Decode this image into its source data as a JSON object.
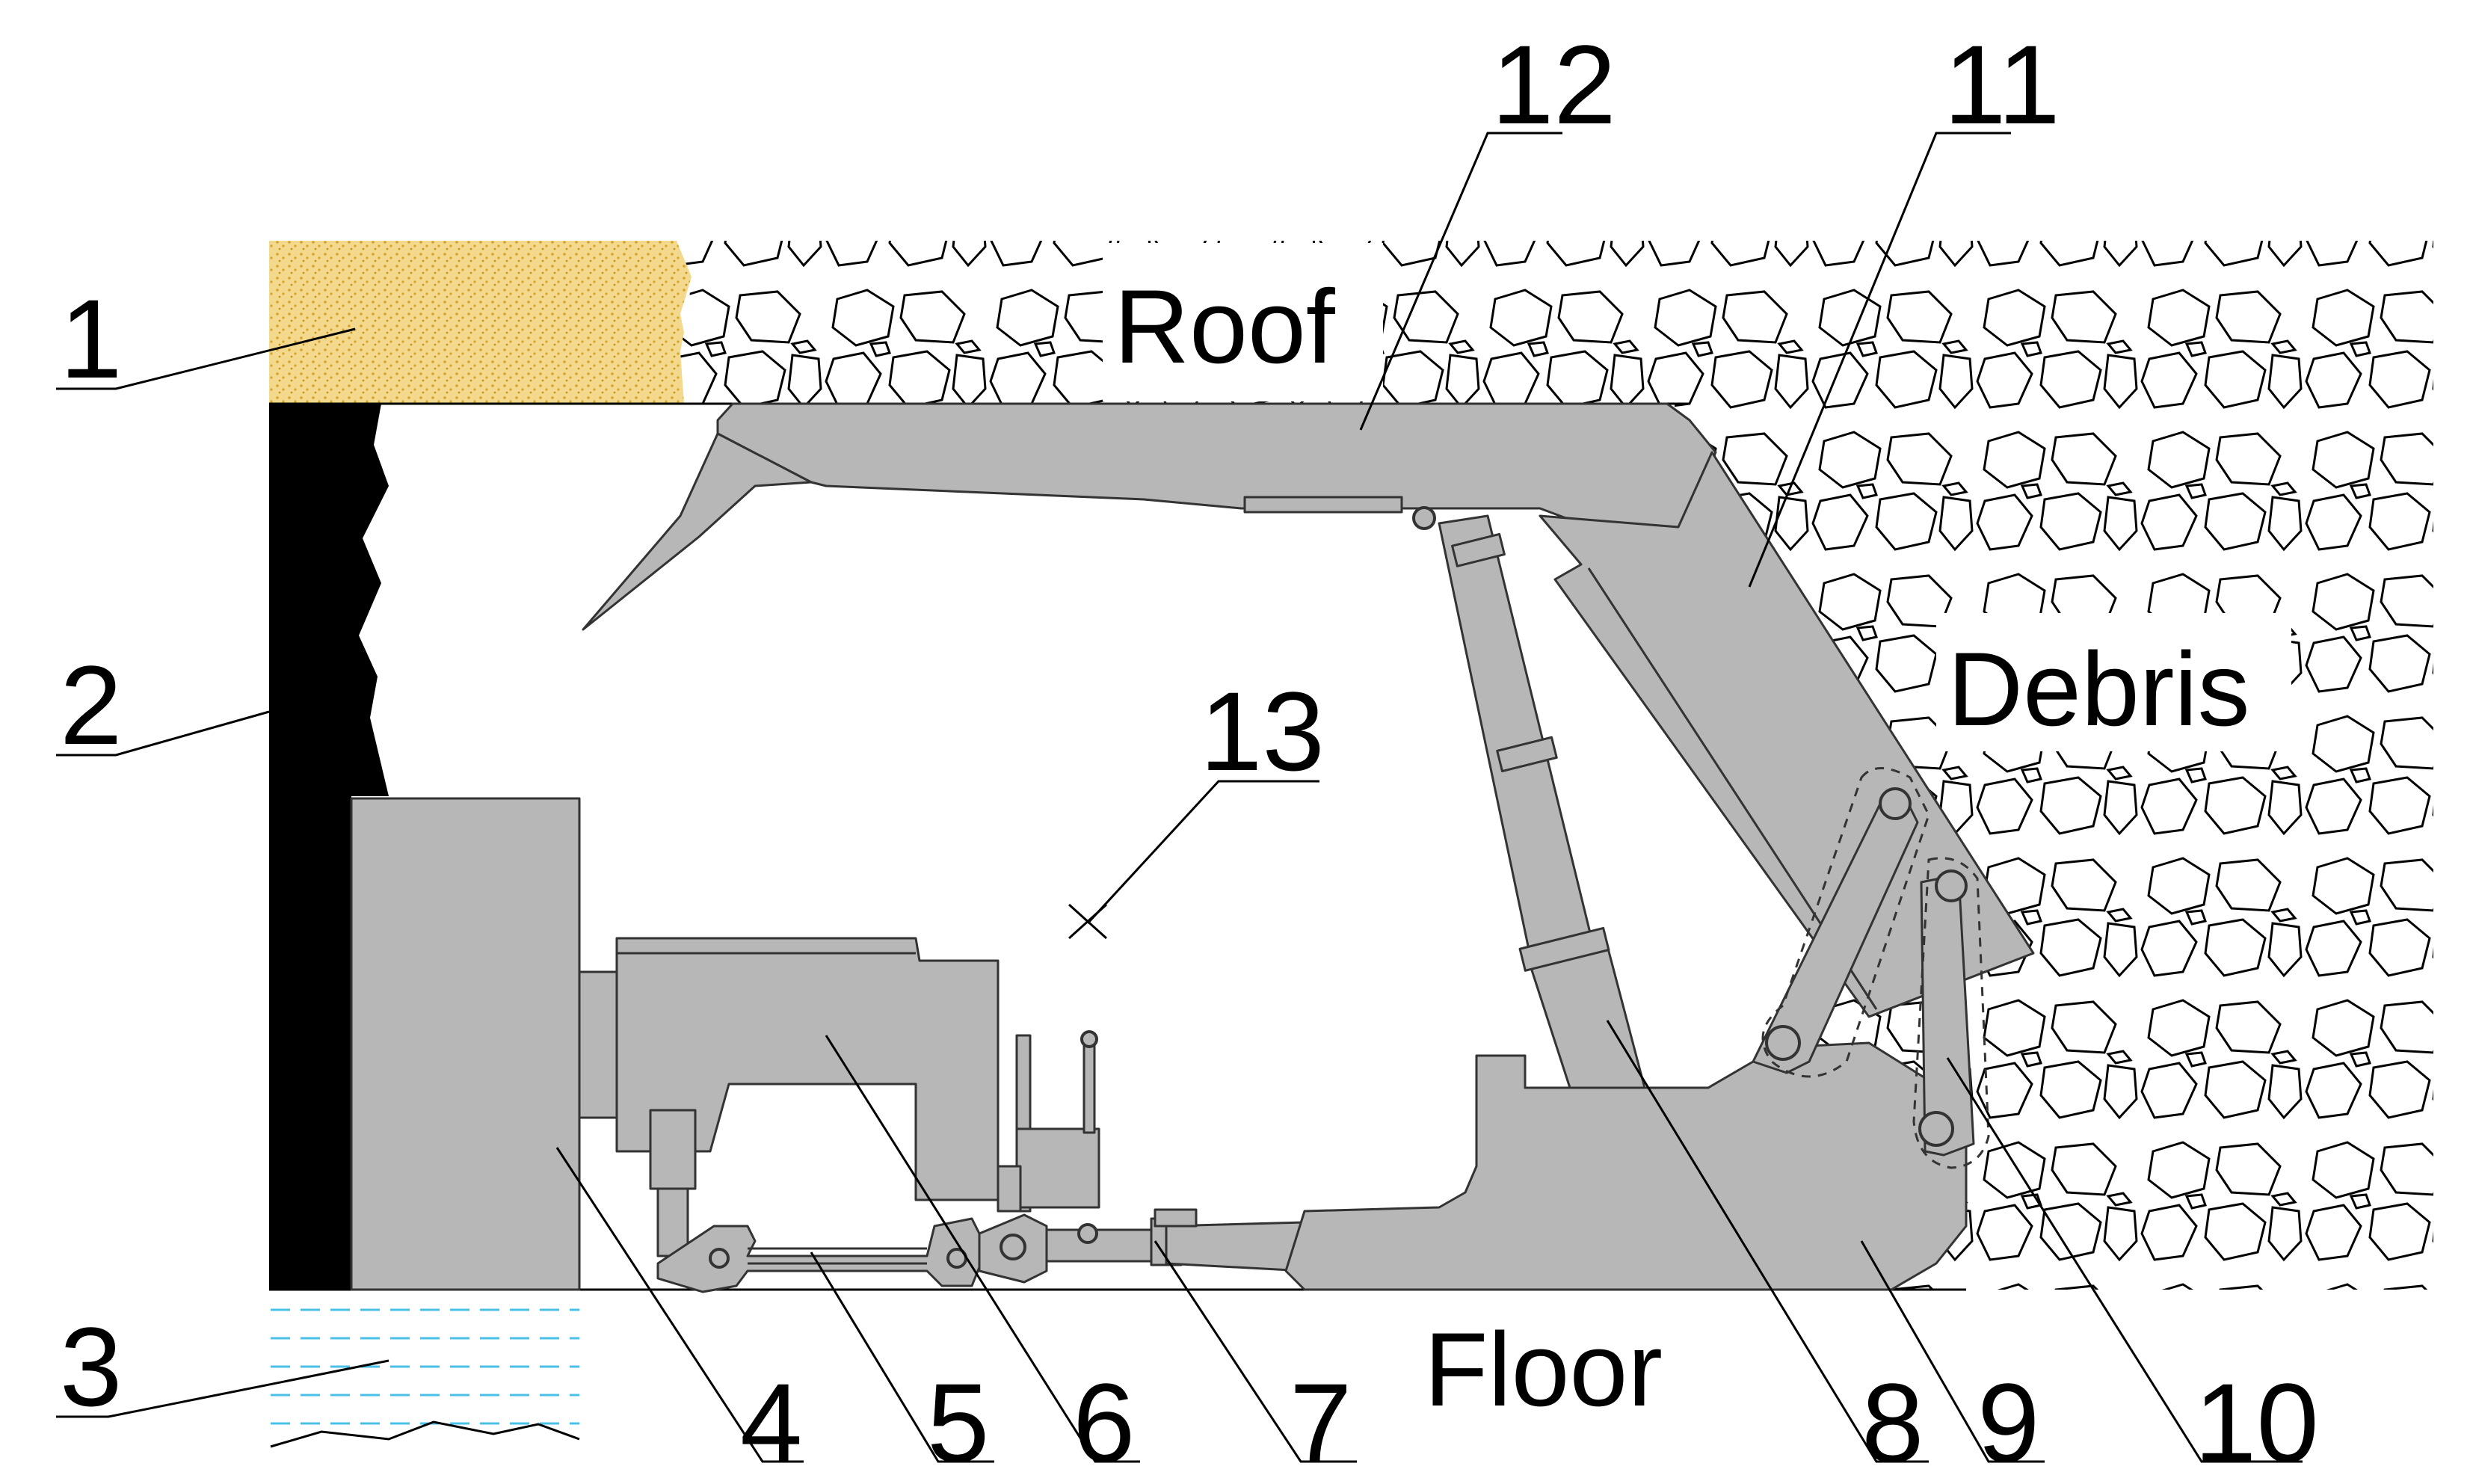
{
  "labels": {
    "roof": "Roof",
    "floor": "Floor",
    "debris": "Debris"
  },
  "callouts": [
    "1",
    "2",
    "3",
    "4",
    "5",
    "6",
    "7",
    "8",
    "9",
    "10",
    "11",
    "12",
    "13"
  ],
  "colors": {
    "sand": "#f3d98e",
    "sand_dot": "#d9a21f",
    "coal": "#000000",
    "steel": "#b7b7b7",
    "water_dash": "#49c1e6"
  }
}
